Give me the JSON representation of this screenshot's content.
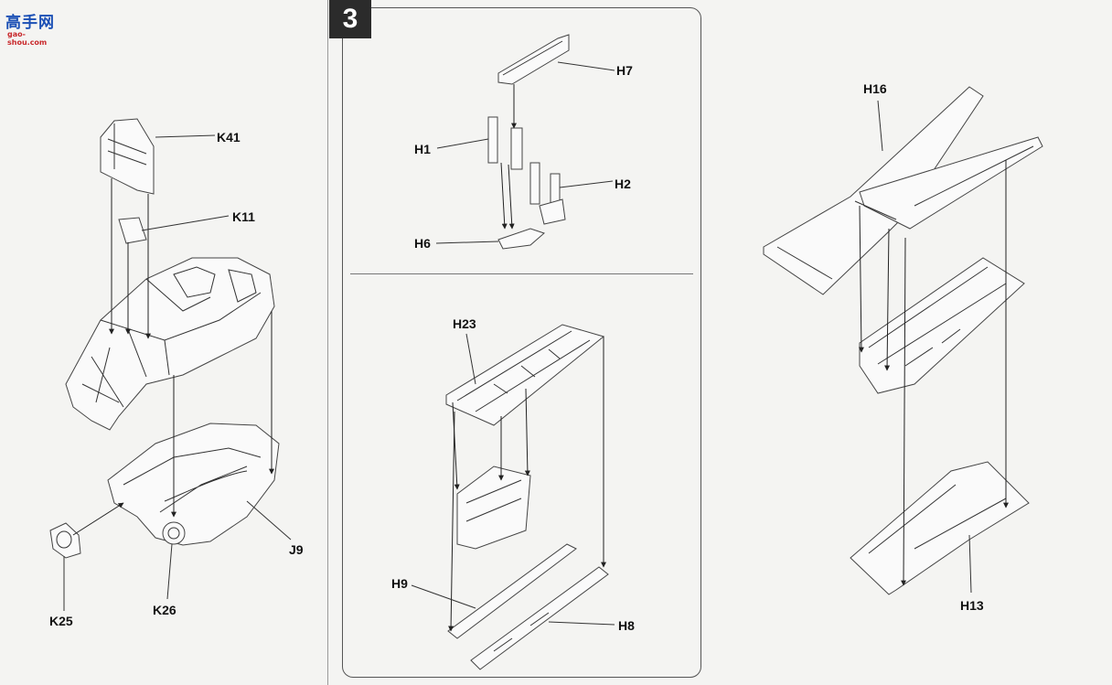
{
  "logo": {
    "text": "高手网",
    "sub": "gao-shou.com"
  },
  "step": {
    "number": "3"
  },
  "left_panel": {
    "labels": {
      "k41": "K41",
      "k11": "K11",
      "j9": "J9",
      "k25": "K25",
      "k26": "K26"
    }
  },
  "step_panel": {
    "top": {
      "h7": "H7",
      "h1": "H1",
      "h2": "H2",
      "h6": "H6"
    },
    "bottom": {
      "h23": "H23",
      "h9": "H9",
      "h8": "H8"
    }
  },
  "right_panel": {
    "labels": {
      "h16": "H16",
      "h13": "H13"
    }
  }
}
